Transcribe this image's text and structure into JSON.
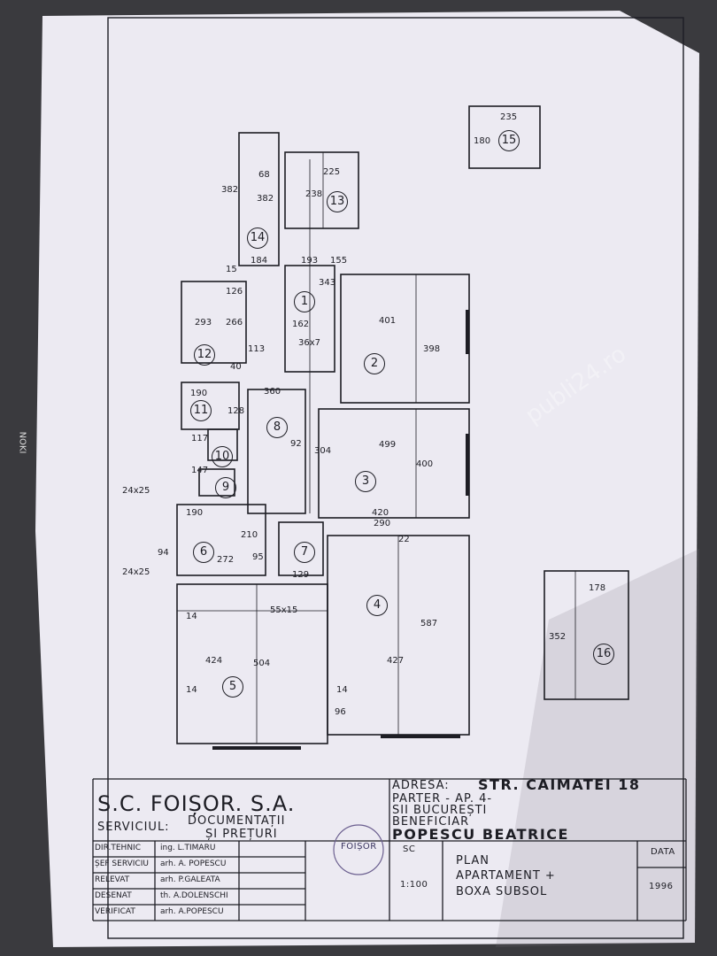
{
  "document": {
    "watermark": "publi24.ro",
    "side_label": "NOKI",
    "colors": {
      "paper": "#eceaf2",
      "ink": "#1d1d24",
      "background": "#3a3a3e"
    }
  },
  "plan": {
    "rooms": [
      "1",
      "2",
      "3",
      "4",
      "5",
      "6",
      "7",
      "8",
      "9",
      "10",
      "11",
      "12",
      "13",
      "14",
      "15",
      "16"
    ],
    "dimensions": [
      "225",
      "238",
      "382",
      "382",
      "68",
      "184",
      "193",
      "155",
      "343",
      "15",
      "126",
      "293",
      "266",
      "162",
      "401",
      "398",
      "113",
      "36x7",
      "40",
      "190",
      "128",
      "360",
      "499",
      "400",
      "304",
      "92",
      "117",
      "147",
      "24x25",
      "24x25",
      "190",
      "210",
      "94",
      "272",
      "95",
      "420",
      "290",
      "22",
      "129",
      "55x15",
      "424",
      "427",
      "587",
      "504",
      "14",
      "14",
      "14",
      "96",
      "235",
      "180",
      "178",
      "352"
    ]
  },
  "title_block": {
    "company": "S.C. FOIȘOR. S.A.",
    "service_label": "SERVICIUL:",
    "service_line1": "DOCUMENTAȚII",
    "service_line2": "ȘI PREȚURI",
    "address_label": "ADRESA:",
    "address_value": "STR. CAIMATEI 18",
    "address_line2": "PARTER - AP. 4-",
    "address_line3": "SII BUCUREȘTI",
    "beneficiary_label": "BENEFICIAR",
    "beneficiary_value": "POPESCU  BEATRICE",
    "stamp_text": "FOIȘOR",
    "staff": [
      {
        "role": "DIR.TEHNIC",
        "name": "ing. L.TIMARU"
      },
      {
        "role": "ȘEF SERVICIU",
        "name": "arh. A. POPESCU"
      },
      {
        "role": "RELEVAT",
        "name": "arh. P.GALEATA"
      },
      {
        "role": "DESENAT",
        "name": "th. A.DOLENSCHI"
      },
      {
        "role": "VERIFICAT",
        "name": "arh. A.POPESCU"
      }
    ],
    "scale_label": "SC",
    "scale_value": "1:100",
    "plan_title_line1": "PLAN",
    "plan_title_line2": "APARTAMENT +",
    "plan_title_line3": "BOXA SUBSOL",
    "date_label": "DATA",
    "date_value": "1996"
  }
}
